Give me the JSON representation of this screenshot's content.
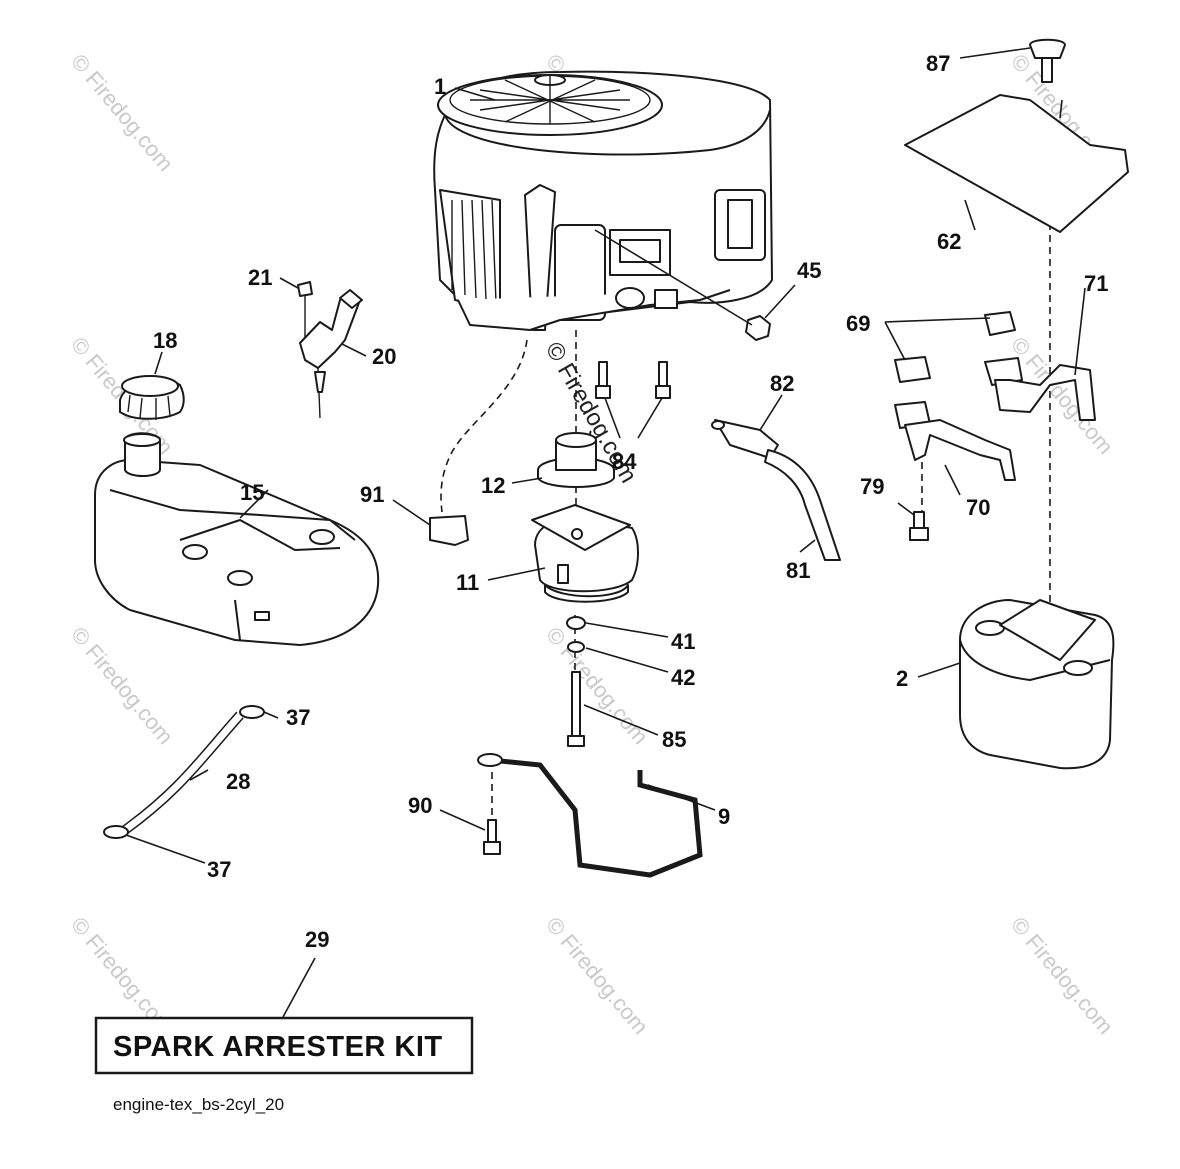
{
  "watermark": {
    "text": "© Firedog.com"
  },
  "callouts": {
    "c1": "1",
    "c2": "2",
    "c9": "9",
    "c11": "11",
    "c12": "12",
    "c15": "15",
    "c18": "18",
    "c20": "20",
    "c21": "21",
    "c28": "28",
    "c29": "29",
    "c37a": "37",
    "c37b": "37",
    "c41": "41",
    "c42": "42",
    "c45": "45",
    "c62": "62",
    "c69": "69",
    "c70": "70",
    "c71": "71",
    "c79": "79",
    "c81": "81",
    "c82": "82",
    "c84": "84",
    "c85": "85",
    "c87": "87",
    "c90": "90",
    "c91": "91"
  },
  "spark_arrester": {
    "label": "SPARK ARRESTER KIT"
  },
  "reference": {
    "code": "engine-tex_bs-2cyl_20"
  }
}
